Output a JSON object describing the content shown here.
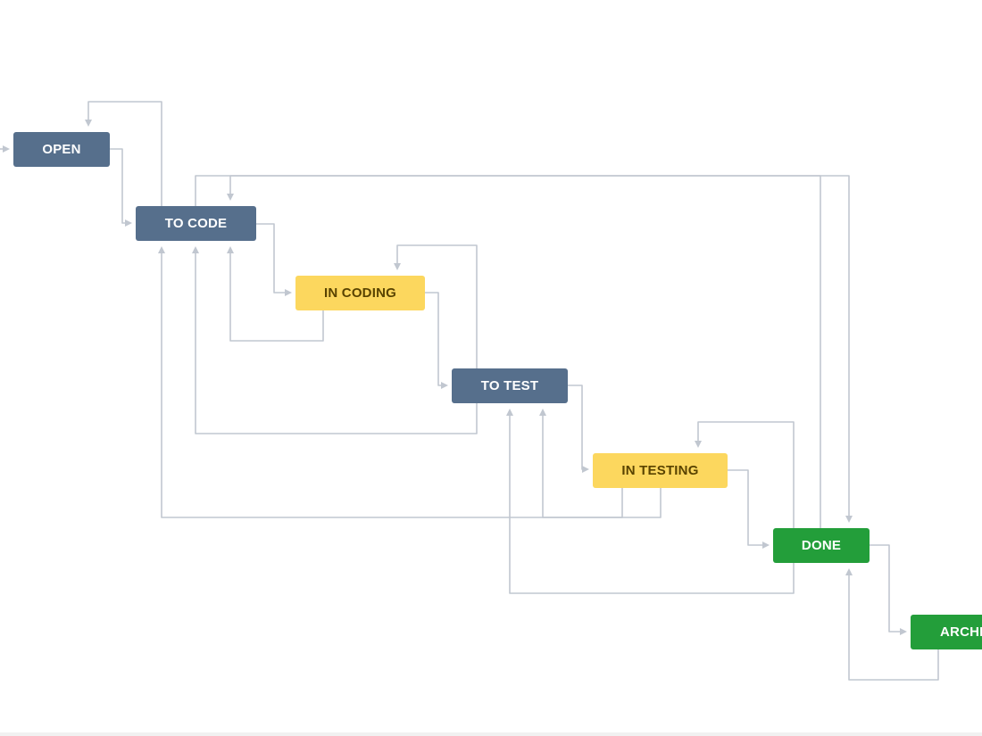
{
  "workflow": {
    "statuses": [
      {
        "id": "open",
        "label": "OPEN",
        "category": "To Do",
        "color": "#566f8c"
      },
      {
        "id": "to-code",
        "label": "TO CODE",
        "category": "To Do",
        "color": "#566f8c"
      },
      {
        "id": "in-coding",
        "label": "IN CODING",
        "category": "In Progress",
        "color": "#fcd75e"
      },
      {
        "id": "to-test",
        "label": "TO TEST",
        "category": "To Do",
        "color": "#566f8c"
      },
      {
        "id": "in-testing",
        "label": "IN TESTING",
        "category": "In Progress",
        "color": "#fcd75e"
      },
      {
        "id": "done",
        "label": "DONE",
        "category": "Done",
        "color": "#239e3a"
      },
      {
        "id": "archived",
        "label": "ARCHIVED",
        "category": "Done",
        "color": "#239e3a"
      }
    ],
    "transitions": [
      {
        "from": "initial",
        "to": "open"
      },
      {
        "from": "open",
        "to": "to-code"
      },
      {
        "from": "to-code",
        "to": "open"
      },
      {
        "from": "to-code",
        "to": "in-coding"
      },
      {
        "from": "in-coding",
        "to": "to-code"
      },
      {
        "from": "in-coding",
        "to": "to-test"
      },
      {
        "from": "to-test",
        "to": "in-coding"
      },
      {
        "from": "to-test",
        "to": "to-code"
      },
      {
        "from": "to-test",
        "to": "in-testing"
      },
      {
        "from": "in-testing",
        "to": "to-code"
      },
      {
        "from": "in-testing",
        "to": "to-test"
      },
      {
        "from": "in-testing",
        "to": "done"
      },
      {
        "from": "done",
        "to": "in-testing"
      },
      {
        "from": "done",
        "to": "to-code"
      },
      {
        "from": "to-code",
        "to": "done"
      },
      {
        "from": "done",
        "to": "to-test"
      },
      {
        "from": "done",
        "to": "archived"
      },
      {
        "from": "archived",
        "to": "done"
      }
    ]
  },
  "colors": {
    "connector": "#c1c7d0",
    "todo": "#566f8c",
    "in_progress": "#fcd75e",
    "done": "#239e3a"
  }
}
